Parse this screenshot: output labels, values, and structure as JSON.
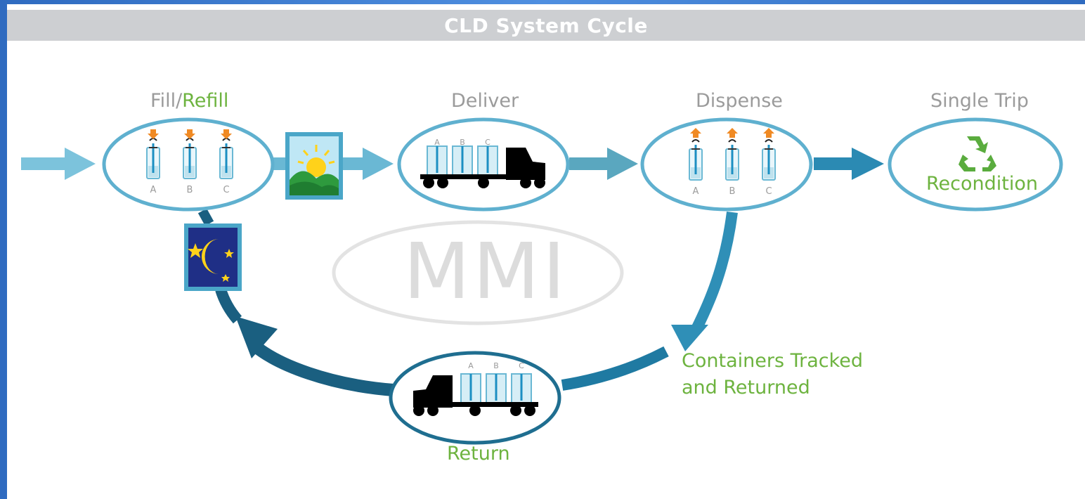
{
  "title": "CLD System Cycle",
  "stages": {
    "fill": {
      "prefix": "Fill/",
      "highlight": "Refill"
    },
    "deliver": "Deliver",
    "dispense": "Dispense",
    "single_trip": "Single Trip",
    "recondition": "Recondition",
    "return": "Return",
    "tracked_line1": "Containers Tracked",
    "tracked_line2": "and Returned"
  },
  "container_letters": [
    "A",
    "B",
    "C"
  ],
  "watermark": "MMI",
  "icons": [
    "sun-landscape-icon",
    "moon-stars-icon",
    "recycle-icon",
    "truck-icon",
    "container-icon",
    "arrow-down-icon",
    "arrow-up-icon"
  ],
  "colors": {
    "arrow_light": "#6ab8d4",
    "arrow_mid": "#3f9bc2",
    "arrow_dark": "#1f6e90",
    "oval_stroke": "#5fb0cf",
    "accent_green": "#6db33f",
    "orange": "#f08a24"
  }
}
